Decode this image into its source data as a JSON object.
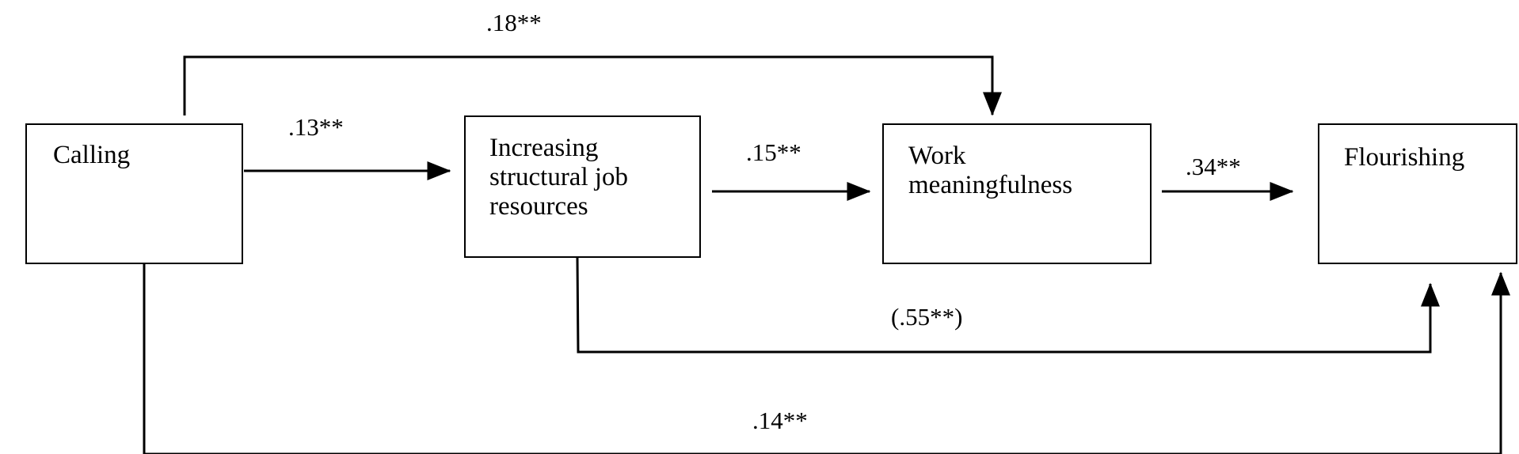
{
  "diagram": {
    "nodes": {
      "calling": {
        "label": "Calling"
      },
      "structural_resources": {
        "label": "Increasing\nstructural job\nresources"
      },
      "work_meaningfulness": {
        "label": "Work\nmeaningfulness"
      },
      "flourishing": {
        "label": "Flourishing"
      }
    },
    "edges": {
      "calling_to_structural": {
        "label": ".13**"
      },
      "structural_to_meaningfulness": {
        "label": ".15**"
      },
      "meaningfulness_to_flourishing": {
        "label": ".34**"
      },
      "calling_to_meaningfulness": {
        "label": ".18**"
      },
      "structural_to_flourishing": {
        "label": "(.55**)"
      },
      "calling_to_flourishing": {
        "label": ".14**"
      }
    },
    "colors": {
      "stroke": "#000000",
      "background": "#ffffff"
    }
  }
}
